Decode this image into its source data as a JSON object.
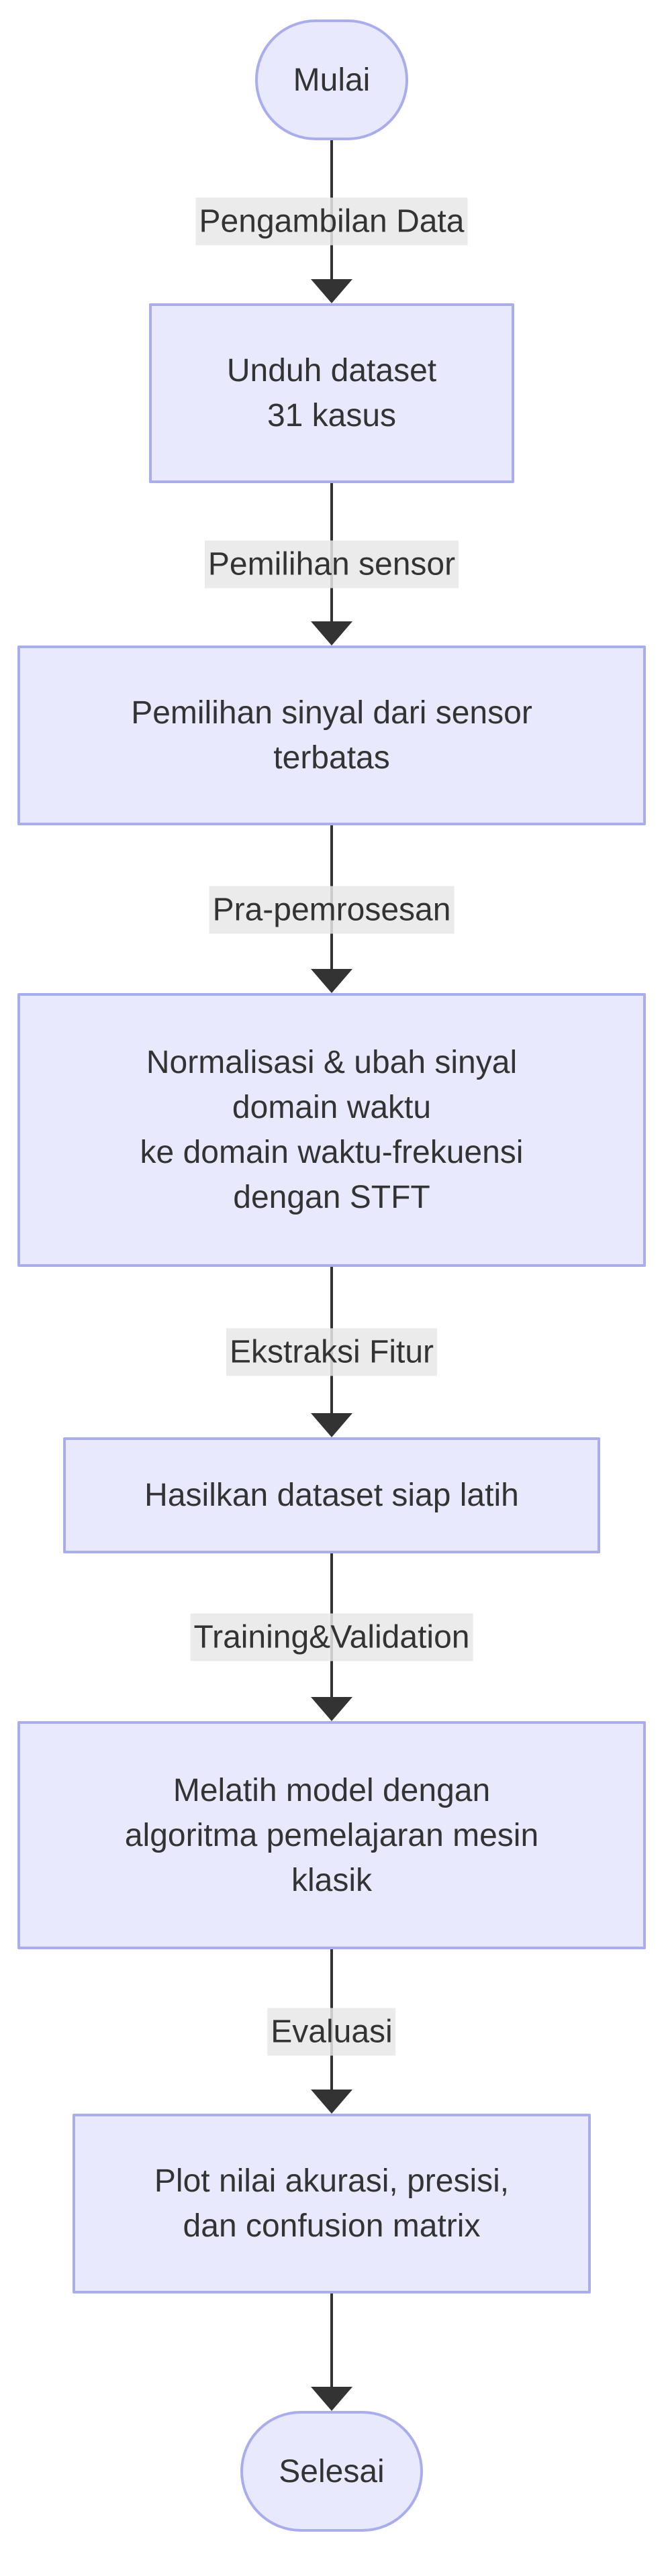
{
  "flowchart": {
    "type": "flowchart-top-down",
    "nodes": {
      "start": {
        "label": "Mulai"
      },
      "download": {
        "line1": "Unduh dataset",
        "line2": "31 kasus"
      },
      "select_signal": {
        "line1": "Pemilihan sinyal dari sensor",
        "line2": "terbatas"
      },
      "preprocess": {
        "line1": "Normalisasi & ubah sinyal",
        "line2": "domain waktu",
        "line3": "ke domain waktu-frekuensi",
        "line4": "dengan STFT"
      },
      "dataset_ready": {
        "line1": "Hasilkan dataset siap latih"
      },
      "train": {
        "line1": "Melatih model dengan",
        "line2": "algoritma pemelajaran mesin",
        "line3": "klasik"
      },
      "plot": {
        "line1": "Plot nilai akurasi, presisi,",
        "line2": "dan confusion matrix"
      },
      "end": {
        "label": "Selesai"
      }
    },
    "edge_labels": {
      "e1": "Pengambilan Data",
      "e2": "Pemilihan sensor",
      "e3": "Pra-pemrosesan",
      "e4": "Ekstraksi Fitur",
      "e5": "Training&Validation",
      "e6": "Evaluasi"
    },
    "colors": {
      "node_fill": "#E8E9FC",
      "node_border": "#A9ADEB",
      "edge_label_bg": "#E8E8E8",
      "text": "#333333",
      "arrow": "#333333",
      "background": "#FFFFFF"
    }
  }
}
